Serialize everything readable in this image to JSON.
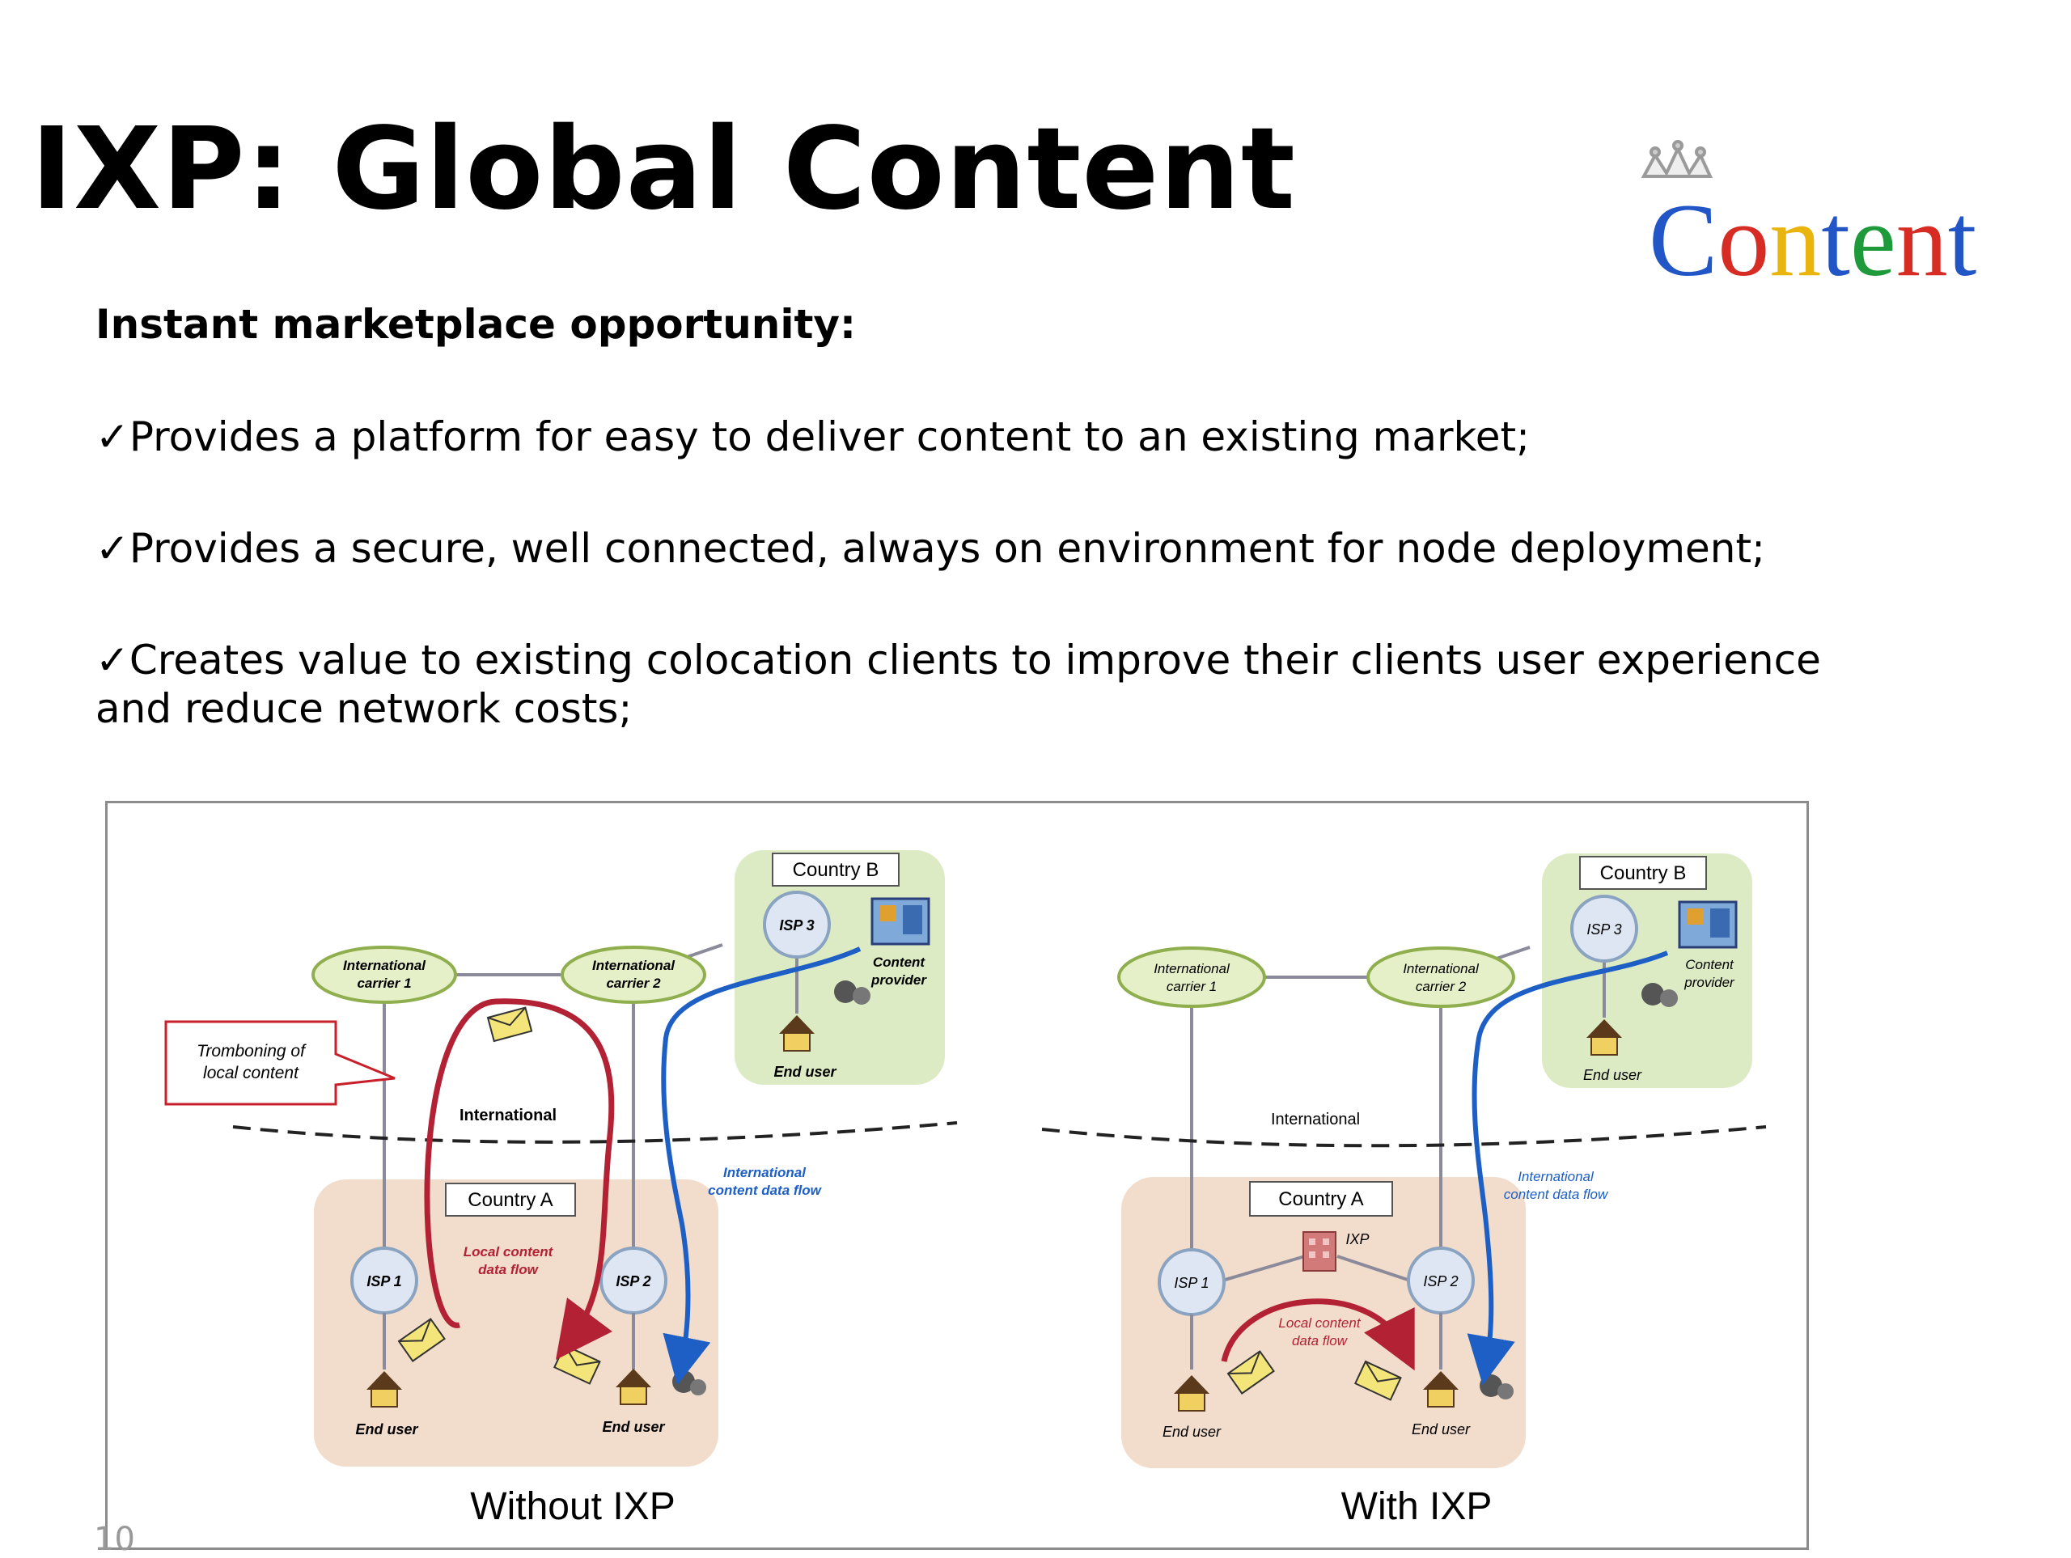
{
  "slide": {
    "title": "IXP: Global Content",
    "logo_text": "Content",
    "subtitle": "Instant marketplace opportunity:",
    "bullets": [
      "✓Provides a platform for easy to deliver content to an existing market;",
      "✓Provides a secure, well connected, always on environment for node deployment;",
      "✓Creates value to existing colocation clients to improve their clients user experience and reduce network costs;"
    ]
  },
  "diagram": {
    "left": {
      "caption": "Without IXP",
      "country_b": "Country B",
      "country_a": "Country A",
      "isp3": "ISP 3",
      "isp1": "ISP 1",
      "isp2": "ISP 2",
      "carrier1": [
        "International",
        "carrier 1"
      ],
      "carrier2": [
        "International",
        "carrier 2"
      ],
      "content_provider": [
        "Content",
        "provider"
      ],
      "end_user": "End user",
      "international": "International",
      "intl_flow": [
        "International",
        "content data flow"
      ],
      "local_flow": [
        "Local content",
        "data flow"
      ],
      "tromboning": [
        "Tromboning of",
        "local content"
      ]
    },
    "right": {
      "caption": "With IXP",
      "country_b": "Country B",
      "country_a": "Country A",
      "isp3": "ISP 3",
      "isp1": "ISP 1",
      "isp2": "ISP 2",
      "ixp": "IXP",
      "carrier1": [
        "International",
        "carrier 1"
      ],
      "carrier2": [
        "International",
        "carrier 2"
      ],
      "content_provider": [
        "Content",
        "provider"
      ],
      "end_user": "End user",
      "international": "International",
      "intl_flow": [
        "International",
        "content data flow"
      ],
      "local_flow": [
        "Local content",
        "data flow"
      ]
    }
  },
  "colors": {
    "country_b_fill": "#dcebc4",
    "country_a_fill": "#f2dccb",
    "carrier_fill": "#e6f0c8",
    "carrier_stroke": "#8fae4d",
    "isp_fill": "#dde6f2",
    "isp_stroke": "#8aa3c0",
    "red_flow": "#b22234",
    "blue_flow": "#1d5fc4",
    "callout_red": "#c8202a"
  },
  "page_number": "10"
}
